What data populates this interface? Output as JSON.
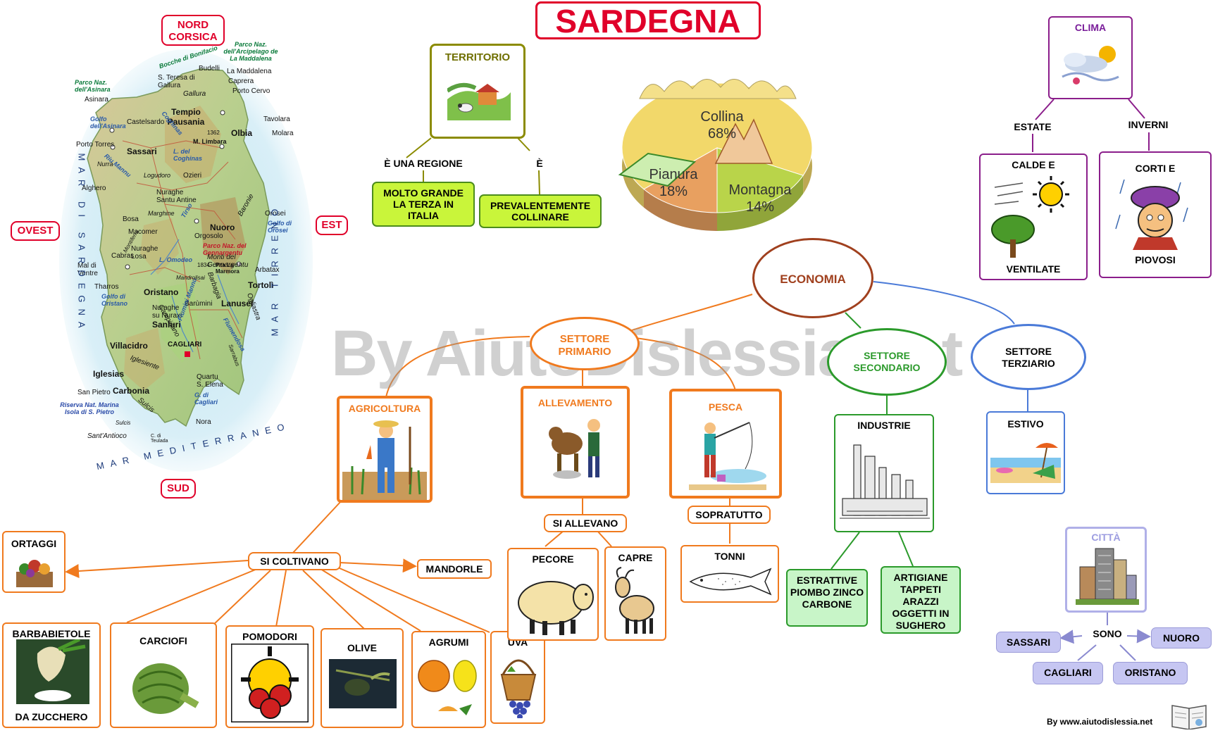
{
  "title": "SARDEGNA",
  "watermark": "By AiutoDislessia.net",
  "footer": "By www.aiutodislessia.net",
  "map": {
    "north": "NORD CORSICA",
    "south": "SUD",
    "east": "EST",
    "west": "OVEST",
    "seas": {
      "west": "MAR DI SARDEGNA",
      "east": "MAR TIRRENO",
      "south": "MAR MEDITERRANEO"
    },
    "places": {
      "bocche": "Bocche di Bonifacio",
      "maddalena_park": "Parco Naz. dell'Arcipelago de La Maddalena",
      "asinara_park": "Parco Naz. dell'Asinara",
      "asinara": "Asinara",
      "santa_teresa": "S. Teresa di Gallura",
      "budelli": "Budelli",
      "la_maddalena": "La Maddalena",
      "caprera": "Caprera",
      "porto_cervo": "Porto Cervo",
      "golfo_asinara": "Golfo dell'Asinara",
      "castelsardo": "Castelsardo",
      "gallura": "Gallura",
      "tempio": "Tempio Pausania",
      "tavolara": "Tavolara",
      "molara": "Molara",
      "olbia": "Olbia",
      "porto_torres": "Porto Torres",
      "sassari": "Sassari",
      "limbara_h": "1362",
      "limbara": "M. Limbara",
      "coghinas": "L. del Coghinas",
      "alghero": "Alghero",
      "ozieri": "Ozieri",
      "nuraghe_antine": "Nuraghe Santu Antine",
      "bosa": "Bosa",
      "macomer": "Macomer",
      "orosei": "Orosei",
      "golfo_orosei": "Golfo di Orosei",
      "nuoro": "Nuoro",
      "orgosolo": "Orgosolo",
      "gennargentu_park": "Parco Naz. del Gennargentu",
      "nuraghe_losa": "Nuraghe Losa",
      "mal_di_ventre": "Mal di Ventre",
      "cabras": "Cabras",
      "tharros": "Tharros",
      "golfo_oristano": "Golfo di Oristano",
      "oristano": "Oristano",
      "monti_gennargentu": "Monti del Gennargentu",
      "marmora_h": "1834",
      "marmora": "P.ta La Marmora",
      "arbatax": "Arbatax",
      "tortoli": "Tortolì",
      "lanusei": "Lanusei",
      "barumini": "Barùmini",
      "nuraxi": "Nuraghe su Nuraxi",
      "sanluri": "Sanluri",
      "villacidro": "Villacidro",
      "iglesias": "Iglesias",
      "carbonia": "Carbonia",
      "cagliari": "CAGLIARI",
      "quartu": "Quartu S. Elena",
      "golfo_cagliari": "G. di Cagliari",
      "san_pietro": "San Pietro",
      "riserva": "Riserva Nat. Marina Isola di S. Pietro",
      "nora": "Nora",
      "santantioco": "Sant'Antioco",
      "teulada": "C. di Teulada",
      "flumendosa": "Flumendosa",
      "tirso": "Tirso",
      "omodeo": "L. Omodeo",
      "campidano": "Campidano",
      "barbagia": "Barbagia",
      "baronie": "Baronie",
      "ogliastra": "Ogliastra",
      "sulcis": "Sulcis",
      "iglesiente": "Iglesiente",
      "flumini": "Flumini Mannu",
      "coghinas_r": "Coghinas",
      "riu_mannu": "Riu Mannu",
      "logudoro": "Logudoro",
      "nurra": "Nurra",
      "marghine": "Marghine",
      "monte_ferru": "Montiferru",
      "barbagia2": "Mandrolisai",
      "sarrabus": "Sarrabus",
      "sulcis2": "Sulcis"
    }
  },
  "territorio": {
    "title": "TERRITORIO",
    "left_link": "È UNA REGIONE",
    "right_link": "È",
    "left_box": "MOLTO GRANDE LA TERZA IN ITALIA",
    "right_box": "PREVALENTEMENTE COLLINARE"
  },
  "chart_data": {
    "type": "pie",
    "categories": [
      "Collina",
      "Pianura",
      "Montagna"
    ],
    "values": [
      68,
      18,
      14
    ],
    "labels": [
      "68%",
      "18%",
      "14%"
    ],
    "colors": [
      "#f2d86a",
      "#b9d44a",
      "#e8a060"
    ]
  },
  "clima": {
    "title": "CLIMA",
    "estate_link": "ESTATE",
    "inverni_link": "INVERNI",
    "estate_top": "CALDE E",
    "estate_bottom": "VENTILATE",
    "inverni_top": "CORTI E",
    "inverni_bottom": "PIOVOSI"
  },
  "economia": {
    "title": "ECONOMIA",
    "primario": "SETTORE PRIMARIO",
    "secondario": "SETTORE SECONDARIO",
    "terziario": "SETTORE TERZIARIO",
    "agricoltura": "AGRICOLTURA",
    "allevamento": "ALLEVAMENTO",
    "pesca": "PESCA",
    "si_coltivano": "SI COLTIVANO",
    "si_allevano": "SI ALLEVANO",
    "sopratutto": "SOPRATUTTO",
    "crops": {
      "ortaggi": "ORTAGGI",
      "mandorle": "MANDORLE",
      "barbabietole_top": "BARBABIETOLE",
      "barbabietole_bottom": "DA ZUCCHERO",
      "carciofi": "CARCIOFI",
      "pomodori": "POMODORI",
      "olive": "OLIVE",
      "agrumi": "AGRUMI",
      "uva": "UVA"
    },
    "animals": {
      "pecore": "PECORE",
      "capre": "CAPRE"
    },
    "fish": "TONNI",
    "industrie": "INDUSTRIE",
    "estrattive": "ESTRATTIVE PIOMBO ZINCO CARBONE",
    "artigiane": "ARTIGIANE TAPPETI ARAZZI OGGETTI IN SUGHERO",
    "estivo": "ESTIVO"
  },
  "citta": {
    "title": "CITTÀ",
    "link": "SONO",
    "cities": [
      "SASSARI",
      "NUORO",
      "CAGLIARI",
      "ORISTANO"
    ]
  }
}
